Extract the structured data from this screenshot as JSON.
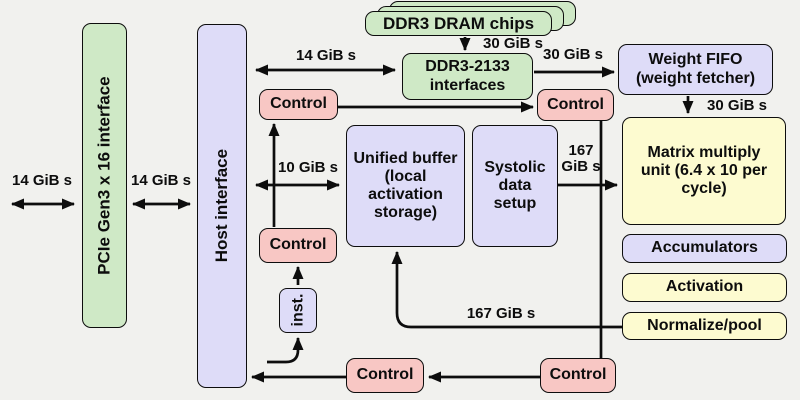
{
  "colors": {
    "bg": "#f1f1ee",
    "green": "#cfe9c6",
    "lavender": "#dedcf8",
    "pink": "#f8c7c4",
    "yellow": "#fdfbd0",
    "ink": "#0d0d0d"
  },
  "blocks": {
    "pcie": "PCIe Gen3 x 16 interface",
    "host_interface": "Host interface",
    "dram_chips": "DDR3 DRAM chips",
    "ddr_interfaces": "DDR3-2133 interfaces",
    "weight_fifo": "Weight FIFO (weight fetcher)",
    "matrix_multiply_unit": "Matrix multiply unit (6.4 x 10 per cycle)",
    "accumulators": "Accumulators",
    "activation": "Activation",
    "normalize_pool": "Normalize/pool",
    "unified_buffer": "Unified buffer (local activation storage)",
    "systolic_data_setup": "Systolic data setup",
    "instruction_buffer": "inst.",
    "control": "Control"
  },
  "bandwidths": {
    "pcie_external": "14 GiB s",
    "pcie_to_host": "14 GiB s",
    "host_to_ddr": "14 GiB s",
    "dram_to_interfaces": "30 GiB s",
    "interfaces_to_fifo": "30 GiB s",
    "fifo_to_mmu": "30 GiB s",
    "host_to_buffer": "10 GiB s",
    "setup_to_mmu": "167 GiB s",
    "pool_to_buffer": "167 GiB s"
  }
}
